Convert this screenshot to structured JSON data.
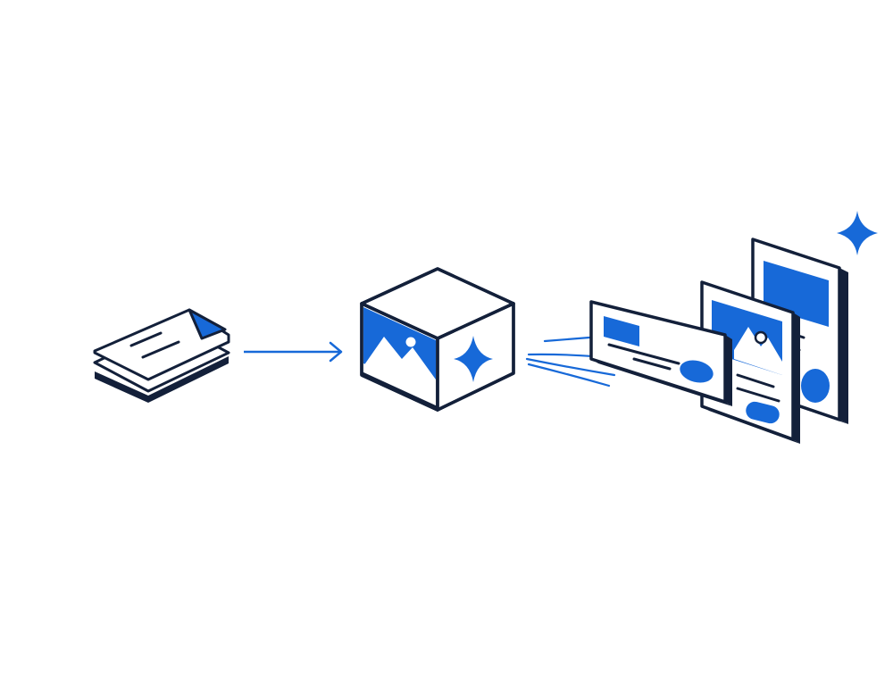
{
  "diagram": {
    "colors": {
      "ink": "#13203a",
      "accent": "#1769d8",
      "paper": "#ffffff"
    },
    "nodes": [
      {
        "id": "input-documents",
        "icon": "document-stack-icon"
      },
      {
        "id": "generator-cube",
        "icon": "image-sparkle-cube-icon"
      },
      {
        "id": "output-layouts",
        "icon": "layout-cards-icon"
      }
    ],
    "edges": [
      {
        "from": "input-documents",
        "to": "generator-cube",
        "style": "arrow"
      },
      {
        "from": "generator-cube",
        "to": "output-layouts",
        "style": "motion-lines"
      }
    ],
    "decorations": [
      "sparkle-icon"
    ]
  }
}
